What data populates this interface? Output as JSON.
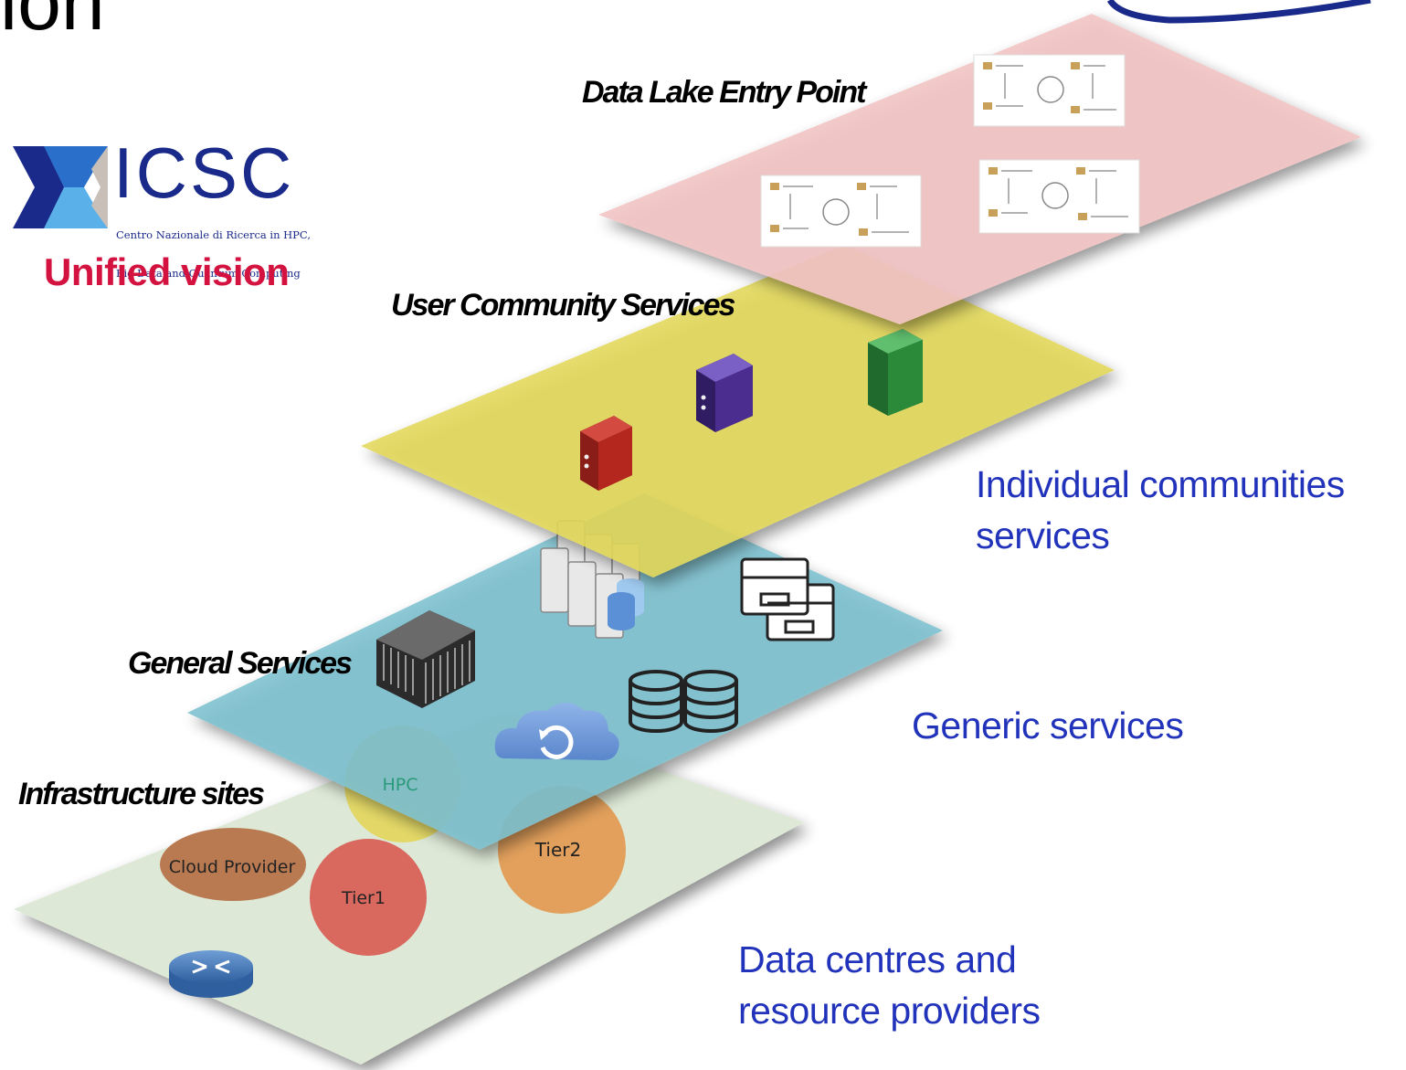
{
  "header": {
    "title_fragment": "ion",
    "logo": {
      "acronym": "ICSC",
      "subtitle_line1": "Centro Nazionale di Ricerca in HPC,",
      "subtitle_line2": "Big Data and Quantum Computing"
    },
    "tagline": "Unified vision"
  },
  "layers": [
    {
      "label": "Data Lake Entry Point",
      "color": "#f2c4c4"
    },
    {
      "label": "User Community Services",
      "color": "#e3d85a"
    },
    {
      "label": "General Services",
      "color": "#85c4d2"
    },
    {
      "label": "Infrastructure sites",
      "color": "#dde9d6"
    }
  ],
  "side_labels": {
    "communities": [
      "Individual communities",
      "services"
    ],
    "generic": [
      "Generic services"
    ],
    "datacentres": [
      "Data centres and",
      "resource providers"
    ]
  },
  "infrastructure": {
    "hpc": "HPC",
    "tier1": "Tier1",
    "tier2": "Tier2",
    "cloud_provider": "Cloud Provider"
  },
  "colors": {
    "side_text": "#2233bb",
    "tagline": "#d4123f",
    "server_red": "#b3271f",
    "server_purple": "#4b2d8f",
    "server_green": "#2a8a3a",
    "tier1": "#d9685f",
    "tier2": "#e2a05c",
    "cloud_provider": "#b97a52",
    "hpc": "#e3d65b"
  }
}
